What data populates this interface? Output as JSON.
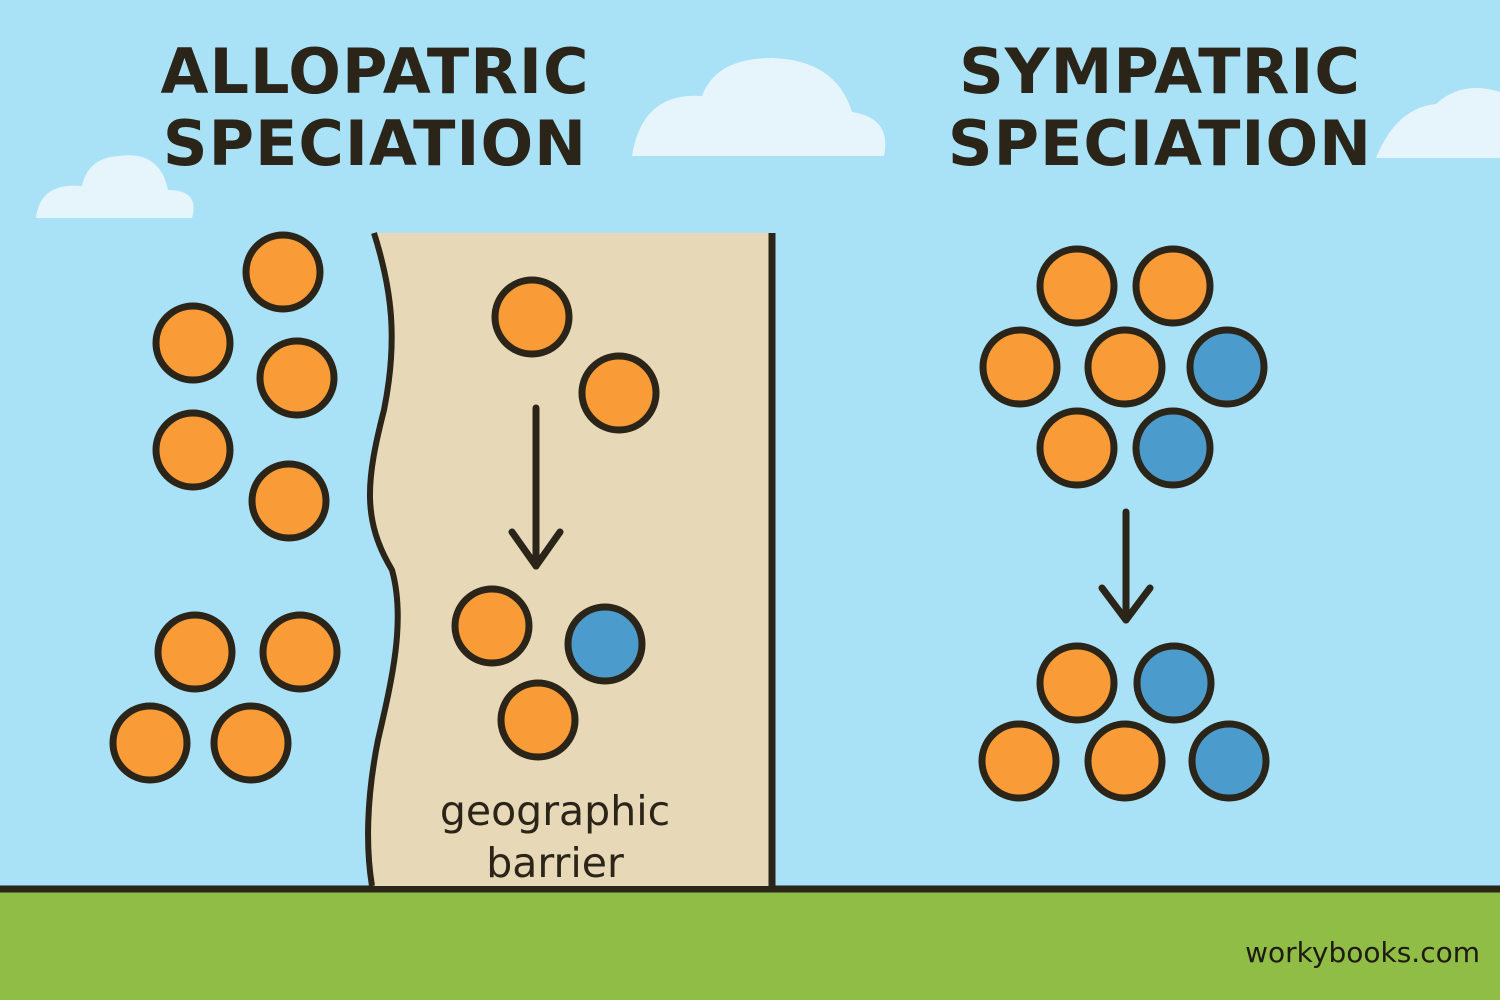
{
  "titles": {
    "allopatric": [
      "ALLOPATRIC",
      "SPECIATION"
    ],
    "sympatric": [
      "SYMPATRIC",
      "SPECIATION"
    ]
  },
  "barrier_label": [
    "geographic",
    "barrier"
  ],
  "watermark": "workybooks.com",
  "colors": {
    "sky": "#a9e1f6",
    "ground": "#8fbd45",
    "barrier": "#e7d8b7",
    "outline": "#2b2418",
    "orange": "#f99b36",
    "blue": "#4b9ccc",
    "cloud": "#e6f5fb"
  },
  "icons": [
    "cloud-icon",
    "down-arrow-icon"
  ]
}
